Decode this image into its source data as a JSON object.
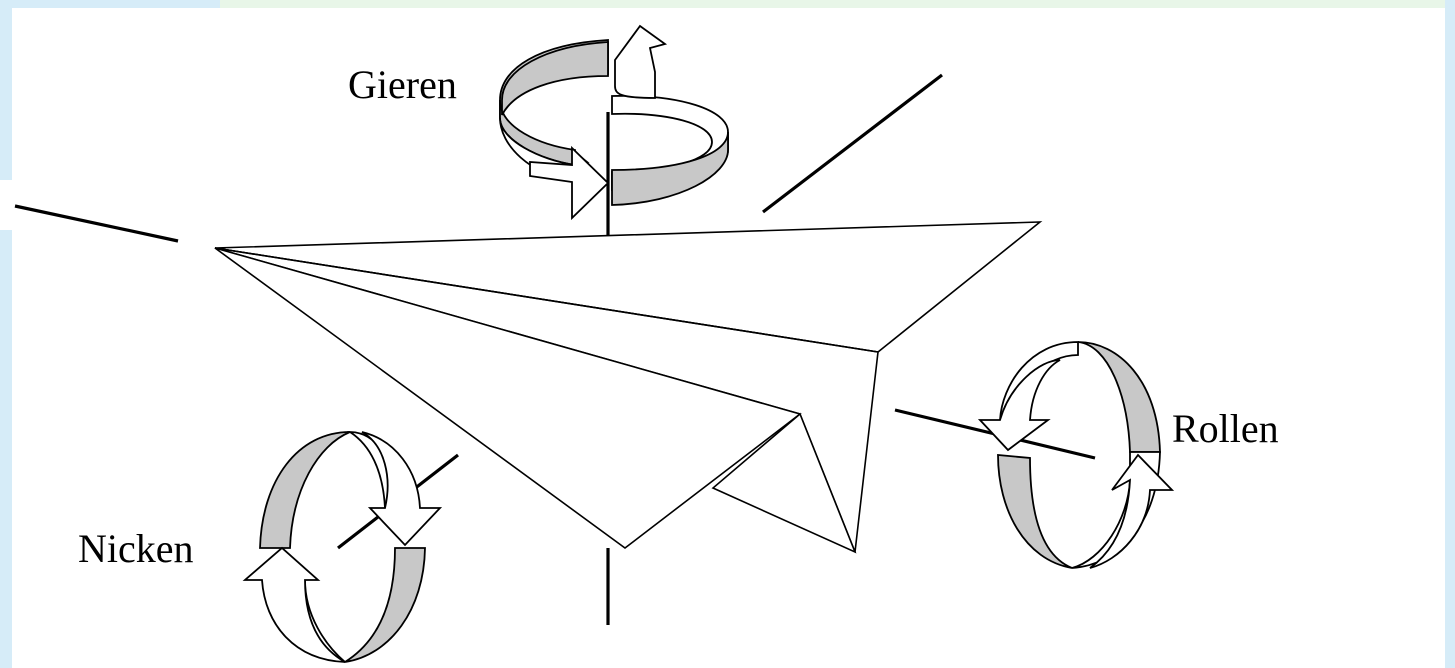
{
  "labels": {
    "yaw": "Gieren",
    "roll": "Rollen",
    "pitch": "Nicken"
  },
  "colors": {
    "frame": "#d6ecf8",
    "band_front": "#c8c8c8",
    "ink": "#000000",
    "paper": "#ffffff"
  },
  "icons": [
    "paper-airplane",
    "yaw-rotation-arrow",
    "roll-rotation-arrow",
    "pitch-rotation-arrow"
  ]
}
